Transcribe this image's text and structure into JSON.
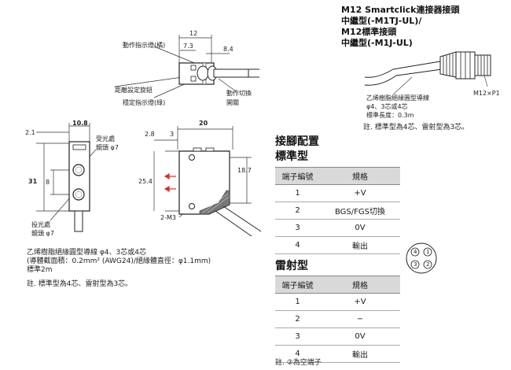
{
  "top_view": {
    "dim_width": "12",
    "dim_offset_1": "7.3",
    "dim_offset_2": "8.4",
    "label_operation_indicator": "動作指示燈(橘)",
    "label_distance_knob": "距離設定旋鈕",
    "label_stability_indicator": "穩定指示燈(綠)",
    "label_operation_switch_line1": "動作切換",
    "label_operation_switch_line2": "開關"
  },
  "front_view": {
    "dim_width": "10.8",
    "dim_offset": "2.1",
    "dim_height": "31",
    "dim_lens_pitch": "8",
    "label_receiver_line1": "受光處",
    "label_receiver_line2": "鏡頭 φ7",
    "label_emitter_line1": "投光處",
    "label_emitter_line2": "鏡頭 φ7"
  },
  "side_view": {
    "dim_width": "20",
    "dim_a": "2.8",
    "dim_b": "3",
    "dim_height": "25.4",
    "dim_hole_pitch": "18.7",
    "label_mount_holes": "2-M3"
  },
  "cable_spec": {
    "line1": "乙烯樹脂絕緣圓型導線 φ4、3芯或4芯",
    "line2": "(導體截面積：0.2mm² (AWG24)/絕緣體直徑：φ1.1mm)",
    "line3": "標準2m",
    "note": "註. 標準型為4芯、雷射型為3芯。"
  },
  "connector": {
    "title_line1": "M12 Smartclick連接器接頭",
    "title_line2": "中繼型(-M1TJ-UL)/",
    "title_line3": "M12標準接頭",
    "title_line4": "中繼型(-M1J-UL)",
    "label_thread": "M12×P1",
    "cable_line1": "乙烯樹脂絕緣圓型導線",
    "cable_line2": "φ4、3芯或4芯",
    "cable_line3": "標準長度：0.3m",
    "note": "註. 標準型為4芯、雷射型為3芯。"
  },
  "pinout": {
    "heading": "接腳配置",
    "standard": {
      "title": "標準型",
      "columns": [
        "端子編號",
        "規格"
      ],
      "rows": [
        [
          "1",
          "+V"
        ],
        [
          "2",
          "BGS/FGS切換"
        ],
        [
          "3",
          "0V"
        ],
        [
          "4",
          "輸出"
        ]
      ]
    },
    "laser": {
      "title": "雷射型",
      "columns": [
        "端子編號",
        "規格"
      ],
      "rows": [
        [
          "1",
          "+V"
        ],
        [
          "2",
          "−"
        ],
        [
          "3",
          "0V"
        ],
        [
          "4",
          "輸出"
        ]
      ],
      "note": "註. ②為空端子"
    },
    "pin_numbers": [
      "1",
      "2",
      "3",
      "4"
    ]
  }
}
